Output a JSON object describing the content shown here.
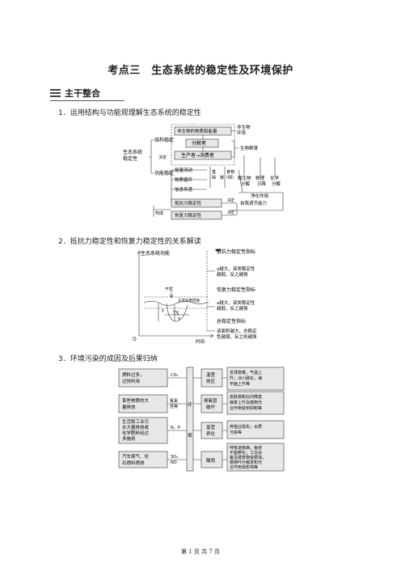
{
  "page_title": "考点三　生态系统的稳定性及环境保护",
  "section": {
    "label": "主干整合"
  },
  "headings": {
    "h1": "1．运用结构与功能观理解生态系统的稳定性",
    "h2": "2．抵抗力稳定性和恢复力稳定性的关系解读",
    "h3": "3．环境污染的成因及后果归纳"
  },
  "diagram1": {
    "root": "生态系统\n稳定性",
    "struct": "结构稳定",
    "func": "功能稳定",
    "decide": "决定",
    "nonbio": "非生物的物质和能量",
    "decomposer": "分解者",
    "producer": "生产者→消费者",
    "nonbio_env": "非生物\n环境",
    "bio_comm": "生物群落",
    "energy": "能量流动",
    "cycle": "物质循环",
    "info": "信息传递",
    "basis": "基\n础",
    "foodweb": "食物\n链（网）",
    "self_clean": "微生物\n分解",
    "phys": "物理\n沉降",
    "chem": "化学\n分解",
    "purify": "净化作用",
    "constitute": "构成",
    "resist": "抵抗力稳定性",
    "recover": "恢复力稳定性",
    "self_reg": "自我调节能力",
    "decide2": "决定",
    "decide3": "决定"
  },
  "diagram2": {
    "ylabel": "生态系统功能",
    "xlabel": "时间",
    "origin": "O",
    "disturb": "干扰",
    "normal": "正常作用范围",
    "ts": "TS",
    "y": "y",
    "x": "x",
    "ann_y_title": "抵抗力稳定性指标",
    "ann_y_body": "y越大，该类稳定性\n越弱，反之越强",
    "ann_x_title": "恢复力稳定性指标",
    "ann_x_body": "x越大，该类稳定性\n越弱，反之越强",
    "ann_ts_title": "总稳定性指标",
    "ann_ts_body": "该面积越大，总稳定\n性越弱，反之则越强"
  },
  "diagram3": {
    "causes": [
      "燃料过多，\n过快利用",
      "某些物质的大\n量排放",
      "生活和工业污\n水大量排放或\n化学肥料经过\n多施用",
      "汽车尾气、化\n石燃料燃烧"
    ],
    "agents": [
      "CO₂",
      "氟氯\n烃等",
      "N、P",
      "SO₂\nNO"
    ],
    "center": "环\n\n\n境",
    "effects": [
      "温室\n效应",
      "臭氧层\n破坏",
      "富营\n养化",
      "酸雨"
    ],
    "results": [
      "全球变暖，气温上\n升；冰川融化，海\n平面上升等",
      "皮肤癌和白内障患\n病率上升及植物光\n合作用受到抑制等",
      "养殖业损失；水质\n污染等",
      "呼吸道疾病；鱼卵\n不能孵化；工业设\n备及建筑物受腐蚀，\n植物叶片萌发和光\n合作用受影响等"
    ]
  },
  "footer": "第 1 页 共 7 页",
  "colors": {
    "box_fill": "#e8e8e8",
    "line": "#333333"
  }
}
